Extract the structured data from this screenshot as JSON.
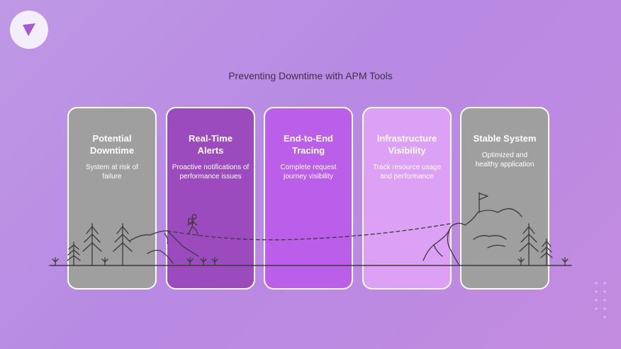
{
  "page": {
    "title": "Preventing Downtime with APM Tools"
  },
  "stages": [
    {
      "title": "Potential Downtime",
      "description": "System at risk of failure",
      "color": "#a09fa0"
    },
    {
      "title": "Real-Time Alerts",
      "description": "Proactive notifications of performance issues",
      "color": "#9b4bbd"
    },
    {
      "title": "End-to-End Tracing",
      "description": "Complete request journey visibility",
      "color": "#bb5ee9"
    },
    {
      "title": "Infrastructure Visibility",
      "description": "Track resource usage and performance",
      "color": "#dca0f5"
    },
    {
      "title": "Stable System",
      "description": "Optimized and healthy application",
      "color": "#a09fa0"
    }
  ],
  "icons": {
    "logo": "play-triangle-icon",
    "hiker": "hiker-icon",
    "flag": "flag-icon",
    "trees": "pine-tree-icon"
  }
}
